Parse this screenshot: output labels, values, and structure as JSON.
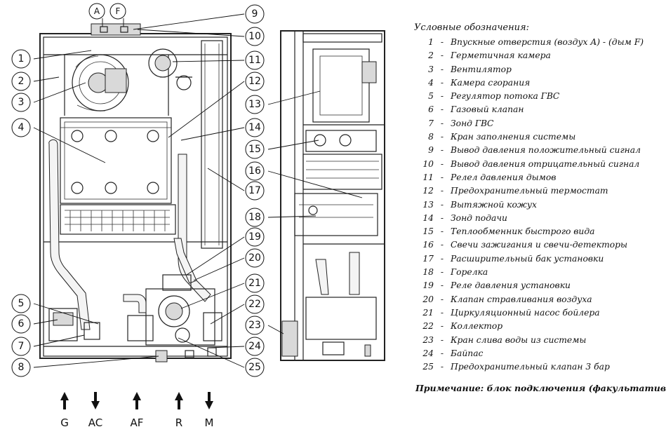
{
  "letter_tags": [
    "A",
    "F"
  ],
  "front_callouts": [
    "1",
    "2",
    "3",
    "4",
    "5",
    "6",
    "7",
    "8",
    "9",
    "10",
    "11",
    "12",
    "13",
    "14",
    "15",
    "16",
    "17",
    "18",
    "19",
    "20",
    "21",
    "22",
    "23",
    "24",
    "25"
  ],
  "legend": {
    "title": "Условные обозначения:",
    "items": [
      {
        "num": "1",
        "text": "Впускные отверстия (воздух A) - (дым F)"
      },
      {
        "num": "2",
        "text": "Герметичная камера"
      },
      {
        "num": "3",
        "text": "Вентилятор"
      },
      {
        "num": "4",
        "text": "Камера сгорания"
      },
      {
        "num": "5",
        "text": "Регулятор потока ГВС"
      },
      {
        "num": "6",
        "text": "Газовый клапан"
      },
      {
        "num": "7",
        "text": "Зонд ГВС"
      },
      {
        "num": "8",
        "text": "Кран заполнения системы"
      },
      {
        "num": "9",
        "text": "Вывод давления положительный сигнал"
      },
      {
        "num": "10",
        "text": "Вывод давления отрицательный сигнал"
      },
      {
        "num": "11",
        "text": "Релел давления дымов"
      },
      {
        "num": "12",
        "text": "Предохранительный термостат"
      },
      {
        "num": "13",
        "text": "Вытяжной кожух"
      },
      {
        "num": "14",
        "text": "Зонд подачи"
      },
      {
        "num": "15",
        "text": "Теплообменник быстрого вида"
      },
      {
        "num": "16",
        "text": "Свечи зажигания и свечи-детекторы"
      },
      {
        "num": "17",
        "text": "Расширительный бак установки"
      },
      {
        "num": "18",
        "text": "Горелка"
      },
      {
        "num": "19",
        "text": "Реле давления установки"
      },
      {
        "num": "20",
        "text": "Клапан стравливания воздуха"
      },
      {
        "num": "21",
        "text": "Циркуляционный насос бойлера"
      },
      {
        "num": "22",
        "text": "Коллектор"
      },
      {
        "num": "23",
        "text": "Кран слива воды из системы"
      },
      {
        "num": "24",
        "text": "Байпас"
      },
      {
        "num": "25",
        "text": "Предохранительный клапан 3 бар"
      }
    ]
  },
  "note": "Примечание: блок подключения (факультативно)",
  "connections": [
    {
      "label": "G",
      "direction": "up"
    },
    {
      "label": "AC",
      "direction": "down"
    },
    {
      "label": "AF",
      "direction": "up"
    },
    {
      "label": "R",
      "direction": "up"
    },
    {
      "label": "M",
      "direction": "down"
    }
  ]
}
